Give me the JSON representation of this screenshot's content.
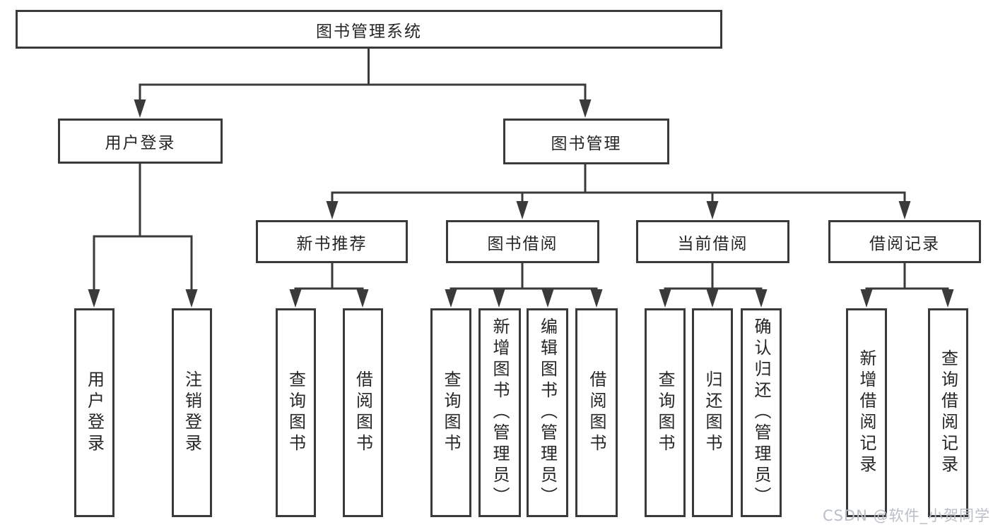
{
  "diagram": {
    "root": {
      "label": "图书管理系统"
    },
    "branches": [
      {
        "label": "用户登录",
        "children": [
          {
            "label": "用户登录"
          },
          {
            "label": "注销登录"
          }
        ]
      },
      {
        "label": "图书管理",
        "children": [
          {
            "label": "新书推荐",
            "children": [
              {
                "label": "查询图书"
              },
              {
                "label": "借阅图书"
              }
            ]
          },
          {
            "label": "图书借阅",
            "children": [
              {
                "label": "查询图书"
              },
              {
                "label": "新增图书（管理员）"
              },
              {
                "label": "编辑图书（管理员）"
              },
              {
                "label": "借阅图书"
              }
            ]
          },
          {
            "label": "当前借阅",
            "children": [
              {
                "label": "查询图书"
              },
              {
                "label": "归还图书"
              },
              {
                "label": "确认归还（管理员）"
              }
            ]
          },
          {
            "label": "借阅记录",
            "children": [
              {
                "label": "新增借阅记录"
              },
              {
                "label": "查询借阅记录"
              }
            ]
          }
        ]
      }
    ],
    "colors": {
      "line": "#3a3a3a",
      "border": "#3a3a3a",
      "text": "#262626",
      "background": "#ffffff",
      "watermark": "#b9bfc7"
    }
  },
  "watermark": {
    "text": "CSDN @软件_小贺同学"
  }
}
